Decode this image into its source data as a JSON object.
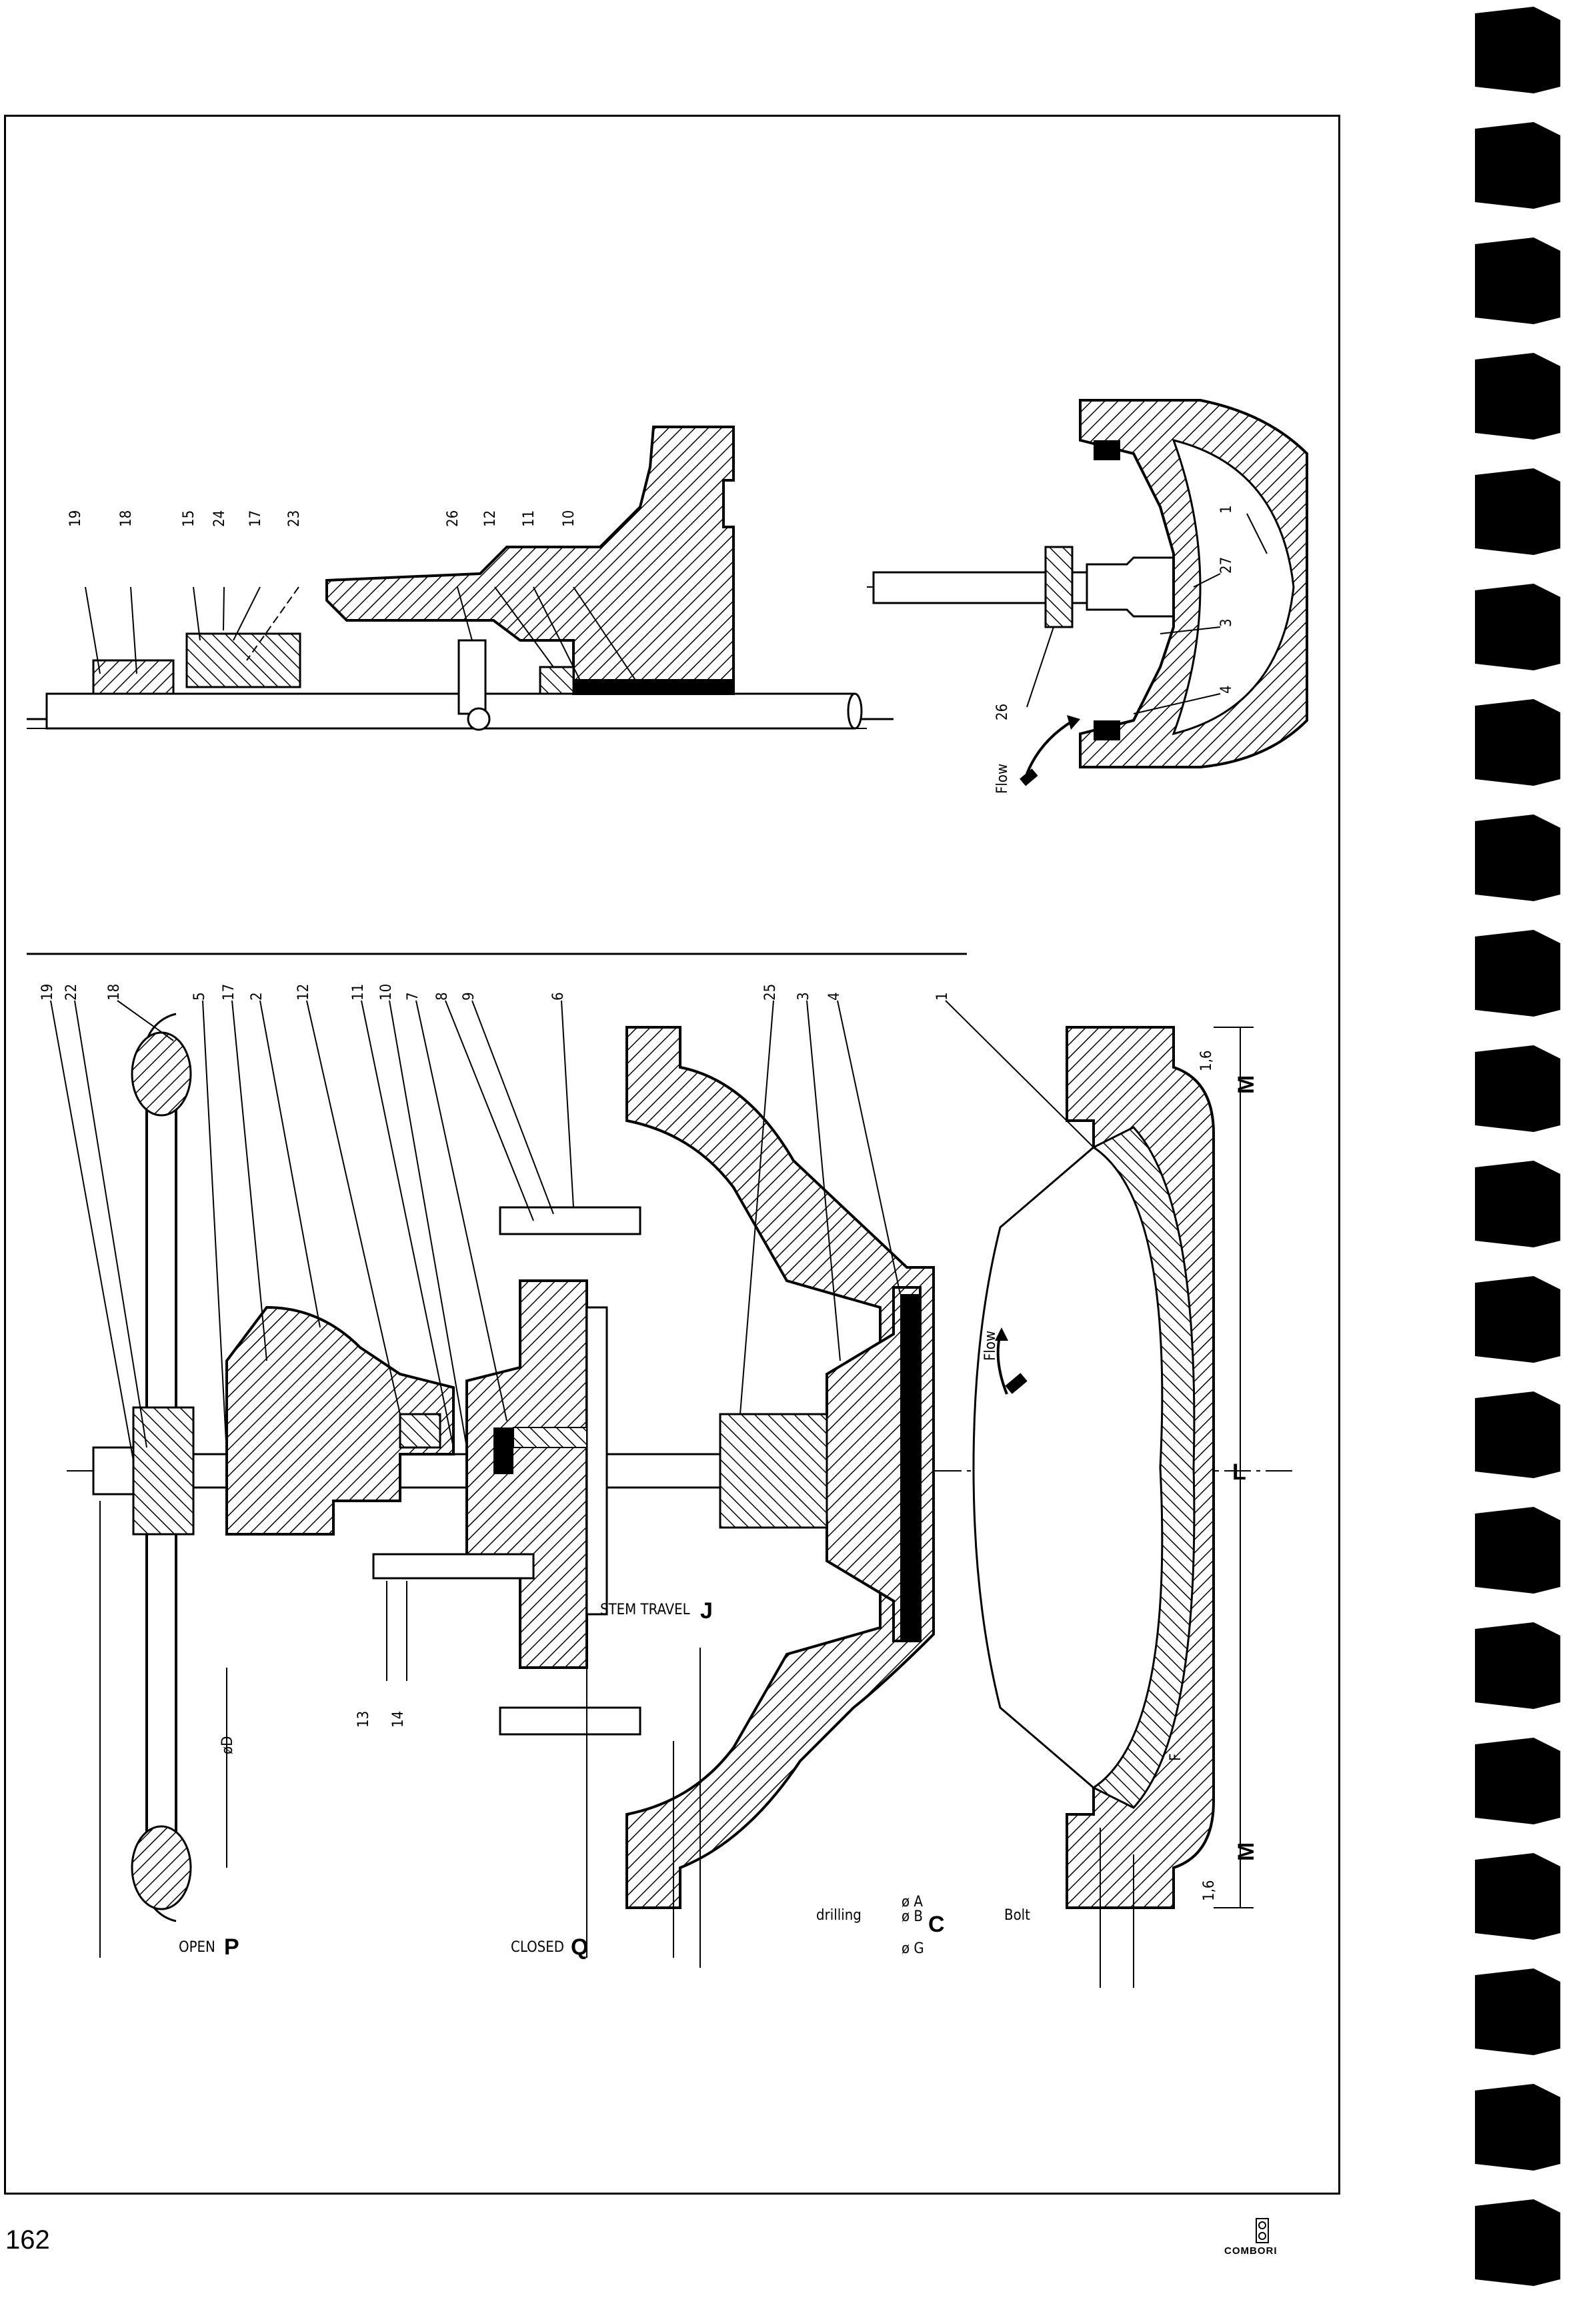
{
  "page": {
    "number": "162",
    "logo_text": "COMBORI"
  },
  "main_view": {
    "callouts": [
      "19",
      "22",
      "18",
      "5",
      "17",
      "2",
      "12",
      "11",
      "10",
      "7",
      "8",
      "9",
      "6",
      "25",
      "3",
      "4",
      "1"
    ],
    "lower_callouts": [
      "13",
      "14"
    ],
    "labels": {
      "stem_travel": "STEM TRAVEL",
      "stem_travel_letter": "J",
      "open": "OPEN",
      "open_letter": "P",
      "closed": "CLOSED",
      "closed_letter": "Q",
      "dia_d": "øD",
      "dia_a": "ø A",
      "dia_b": "ø B",
      "dia_g": "ø G",
      "letter_c": "C",
      "drilling": "drilling",
      "bolt": "Bolt",
      "len_l": "L",
      "len_m_top": "M",
      "len_m_bottom": "M",
      "dim_16_top": "1,6",
      "dim_16_bottom": "1,6",
      "letter_f": "F",
      "flow": "Flow"
    }
  },
  "top_left_view": {
    "callouts": [
      "19",
      "18",
      "15",
      "24",
      "17",
      "23",
      "26",
      "12",
      "11",
      "10"
    ]
  },
  "top_right_view": {
    "callouts": [
      "1",
      "27",
      "3",
      "4",
      "26"
    ],
    "flow": "Flow"
  },
  "colors": {
    "ink": "#000000",
    "paper": "#ffffff"
  }
}
